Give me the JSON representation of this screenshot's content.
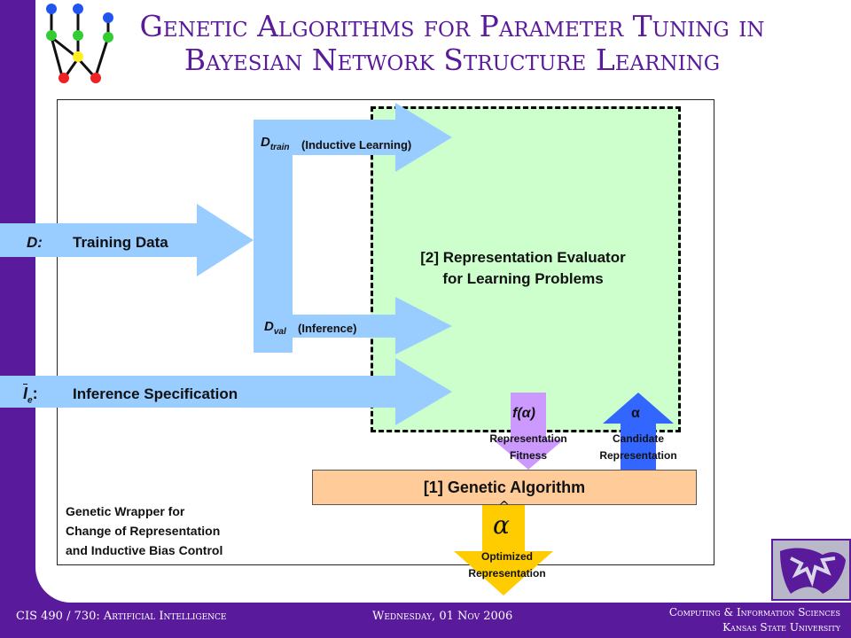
{
  "slide": {
    "title_line1": "Genetic Algorithms for Parameter Tuning in",
    "title_line2": "Bayesian Network Structure Learning"
  },
  "diagram": {
    "d_train_label": "D",
    "d_train_sub": "train",
    "d_train_desc": "(Inductive Learning)",
    "d_label": "D:",
    "training_data": "Training Data",
    "evaluator_line1": "[2] Representation Evaluator",
    "evaluator_line2": "for Learning Problems",
    "d_val_label": "D",
    "d_val_sub": "val",
    "d_val_desc": "(Inference)",
    "ie_label": "I",
    "ie_sub": "e",
    "ie_colon": ":",
    "inference_spec": "Inference Specification",
    "f_alpha": "f(α)",
    "alpha": "α",
    "fitness_line1": "Representation",
    "fitness_line2": "Fitness",
    "candidate_line1": "Candidate",
    "candidate_line2": "Representation",
    "ga_label": "[1] Genetic Algorithm",
    "wrapper_line1": "Genetic Wrapper for",
    "wrapper_line2": "Change of Representation",
    "wrapper_line3": "and Inductive Bias Control",
    "alpha_hat": "α",
    "optimized_line1": "Optimized",
    "optimized_line2": "Representation"
  },
  "footer": {
    "course": "CIS 490 / 730: Artificial Intelligence",
    "date": "Wednesday, 01 Nov 2006",
    "dept": "Computing & Information Sciences",
    "university": "Kansas State University"
  },
  "colors": {
    "purple": "#5a1a9c",
    "light_blue": "#99ccff",
    "green_fill": "#ccffcc",
    "orange_fill": "#ffcc99",
    "lavender": "#cc99ff",
    "blue": "#3366ff",
    "gold": "#ffcc00"
  },
  "icons": [
    "bayes-network-icon",
    "kstate-wildcat-logo"
  ]
}
